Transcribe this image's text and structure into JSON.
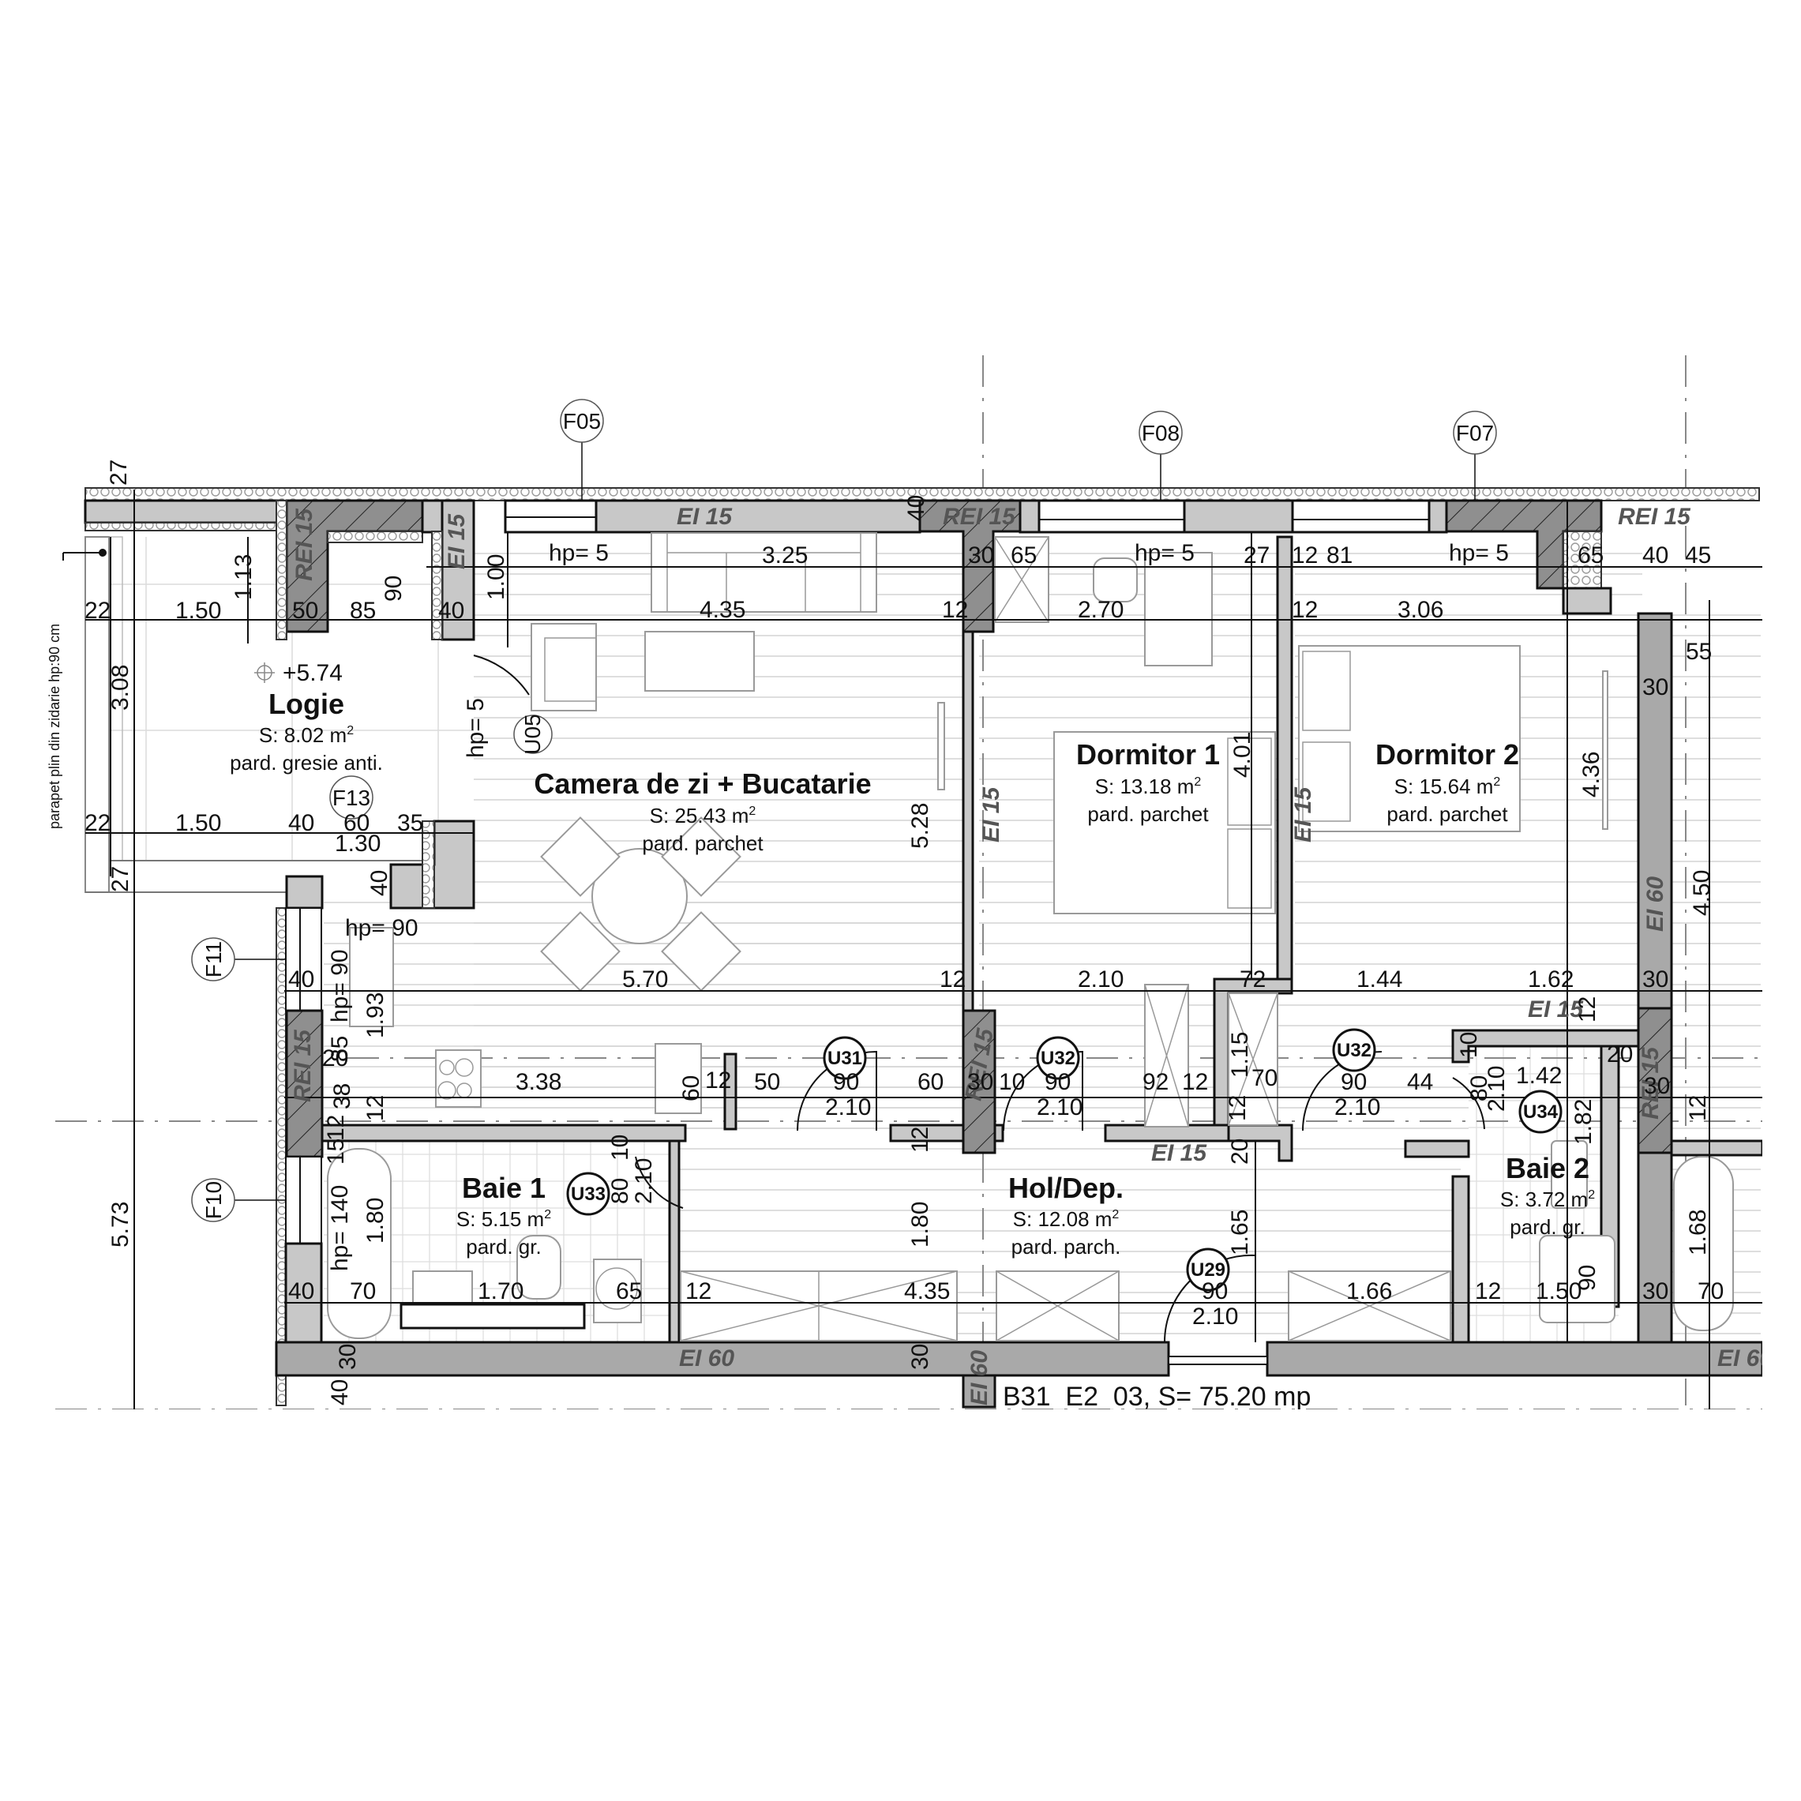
{
  "drawing": {
    "title": "B31_E2_03, S= 75.20 mp",
    "note_left": "parapet plin din zidarie hp:90 cm",
    "colors": {
      "wall_light": "#c8c8c8",
      "wall_dark": "#a9a9a9",
      "wall_hatched": "#8f8f8f",
      "line": "#111111",
      "floor_pattern": "#d0d0d0",
      "background": "#ffffff"
    }
  },
  "rooms": [
    {
      "id": "logie",
      "name": "Logie",
      "area": "S: 8.02 m",
      "floor": "pard. gresie anti.",
      "level": "+5.74"
    },
    {
      "id": "camera",
      "name": "Camera de zi + Bucatarie",
      "area": "S: 25.43 m",
      "floor": "pard. parchet"
    },
    {
      "id": "dormitor1",
      "name": "Dormitor 1",
      "area": "S: 13.18 m",
      "floor": "pard. parchet"
    },
    {
      "id": "dormitor2",
      "name": "Dormitor 2",
      "area": "S: 15.64 m",
      "floor": "pard. parchet"
    },
    {
      "id": "baie1",
      "name": "Baie 1",
      "area": "S: 5.15 m",
      "floor": "pard. gr."
    },
    {
      "id": "hol",
      "name": "Hol/Dep.",
      "area": "S: 12.08 m",
      "floor": "pard. parch."
    },
    {
      "id": "baie2",
      "name": "Baie 2",
      "area": "S: 3.72 m",
      "floor": "pard. gr."
    }
  ],
  "area_unit_sup": "2",
  "window_tags": [
    "F05",
    "F08",
    "F07",
    "F13",
    "F11",
    "F10"
  ],
  "door_tags": [
    "U05",
    "U31",
    "U32",
    "U32",
    "U33",
    "U34",
    "U29"
  ],
  "fire_ratings": {
    "rei15": "REI 15",
    "ei15": "EI 15",
    "ei60": "EI 60"
  },
  "heights": {
    "hp5": "hp= 5",
    "hp90": "hp= 90",
    "hp140": "hp= 140"
  },
  "dimensions": {
    "top_27": "27",
    "logie_22a": "22",
    "logie_150a": "1.50",
    "logie_113": "1.13",
    "logie_50": "50",
    "logie_85": "85",
    "logie_90": "90",
    "logie_40": "40",
    "logie_100": "1.00",
    "logie_308": "3.08",
    "logie_22b": "22",
    "logie_150b": "1.50",
    "logie_40b": "40",
    "logie_60": "60",
    "logie_35": "35",
    "logie_130": "1.30",
    "logie_27b": "27",
    "logie_40c": "40",
    "cam_325": "3.25",
    "cam_435": "4.35",
    "cam_30": "30",
    "cam_12": "12",
    "cam_40": "40",
    "cam_528": "5.28",
    "cam_570": "5.70",
    "cam_12b": "12",
    "cam_40w": "40",
    "d1_65": "65",
    "d1_270": "2.70",
    "d1_27": "27",
    "d1_12": "12",
    "d1_81": "81",
    "d1_401": "4.01",
    "d1_210": "2.10",
    "d1_72": "72",
    "d2_306": "3.06",
    "d2_12": "12",
    "d2_65": "65",
    "d2_40": "40",
    "d2_45": "45",
    "d2_55": "55",
    "d2_30": "30",
    "d2_436": "4.36",
    "d2_450": "4.50",
    "d2_144": "1.44",
    "d2_162": "1.62",
    "d2_30b": "30",
    "d2_12b": "12",
    "k_193": "1.93",
    "k_90": "90",
    "k_85": "85",
    "k_20": "20",
    "k_38": "38",
    "k_12": "12",
    "k_15": "15",
    "k_12b": "12",
    "k_338": "3.38",
    "k_60": "60",
    "k_12c": "12",
    "c_50": "50",
    "c_90a": "90",
    "c_210a": "2.10",
    "c_60": "60",
    "c_30": "30",
    "c_10": "10",
    "c_90b": "90",
    "c_210b": "2.10",
    "c_92": "92",
    "c_12": "12",
    "c_115": "1.15",
    "c_70": "70",
    "c_12b": "12",
    "c_20": "20",
    "c_90c": "90",
    "c_210c": "2.10",
    "c_44": "44",
    "b2_10": "10",
    "b2_80": "80",
    "b2_210": "2.10",
    "b2_142": "1.42",
    "b2_20": "20",
    "b2_30": "30",
    "b2_182": "1.82",
    "b2_12": "12",
    "b2_168": "1.68",
    "b1_10": "10",
    "b1_80": "80",
    "b1_210": "2.10",
    "b1_180": "1.80",
    "b1_40": "40",
    "b1_70": "70",
    "b1_170": "1.70",
    "b1_65": "65",
    "b1_12": "12",
    "h_12": "12",
    "h_180": "1.80",
    "h_435": "4.35",
    "h_165": "1.65",
    "h_90": "90",
    "h_210": "2.10",
    "h_166": "1.66",
    "h_12b": "12",
    "b2_150": "1.50",
    "b2_90": "90",
    "b2_30b": "30",
    "b2_70": "70",
    "bot_30a": "30",
    "bot_30b": "30",
    "left_573": "5.73",
    "left_40a": "40",
    "left_40b": "40"
  }
}
